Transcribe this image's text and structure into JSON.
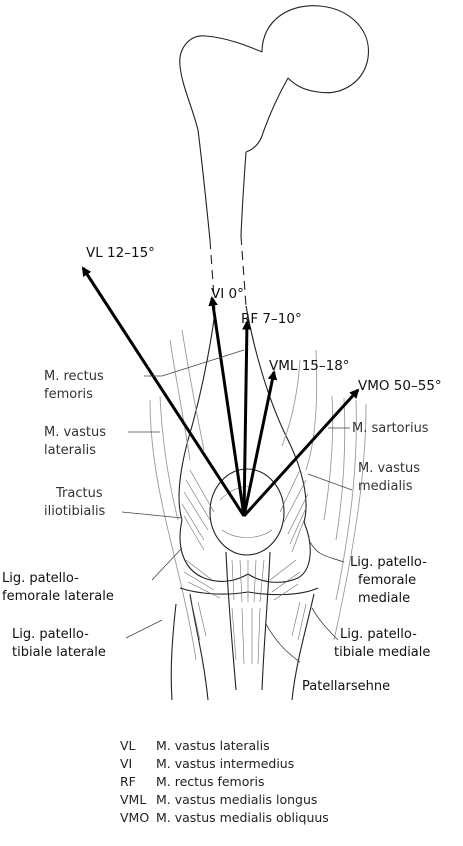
{
  "vectors": [
    {
      "abbr": "VL",
      "label": "VL 12–15°"
    },
    {
      "abbr": "VI",
      "label": "VI 0°"
    },
    {
      "abbr": "RF",
      "label": "RF 7–10°"
    },
    {
      "abbr": "VML",
      "label": "VML 15–18°"
    },
    {
      "abbr": "VMO",
      "label": "VMO 50–55°"
    }
  ],
  "structures_left": [
    {
      "line1": "M. rectus",
      "line2": "femoris"
    },
    {
      "line1": "M. vastus",
      "line2": "lateralis"
    },
    {
      "line1": "Tractus",
      "line2": "iliotibialis"
    },
    {
      "line1": "Lig. patello-",
      "line2": "femorale laterale"
    },
    {
      "line1": "Lig. patello-",
      "line2": "tibiale laterale"
    }
  ],
  "structures_right": [
    {
      "line1": "M. sartorius"
    },
    {
      "line1": "M. vastus",
      "line2": "medialis"
    },
    {
      "line1": "Lig. patello-",
      "line2": "femorale",
      "line3": "mediale"
    },
    {
      "line1": "Lig. patello-",
      "line2": "tibiale mediale"
    },
    {
      "line1": "Patellarsehne"
    }
  ],
  "legend": [
    {
      "abbr": "VL",
      "name": "M. vastus lateralis"
    },
    {
      "abbr": "VI",
      "name": "M. vastus intermedius"
    },
    {
      "abbr": "RF",
      "name": "M. rectus femoris"
    },
    {
      "abbr": "VML",
      "name": "M. vastus medialis longus"
    },
    {
      "abbr": "VMO",
      "name": "M. vastus medialis obliquus"
    }
  ]
}
